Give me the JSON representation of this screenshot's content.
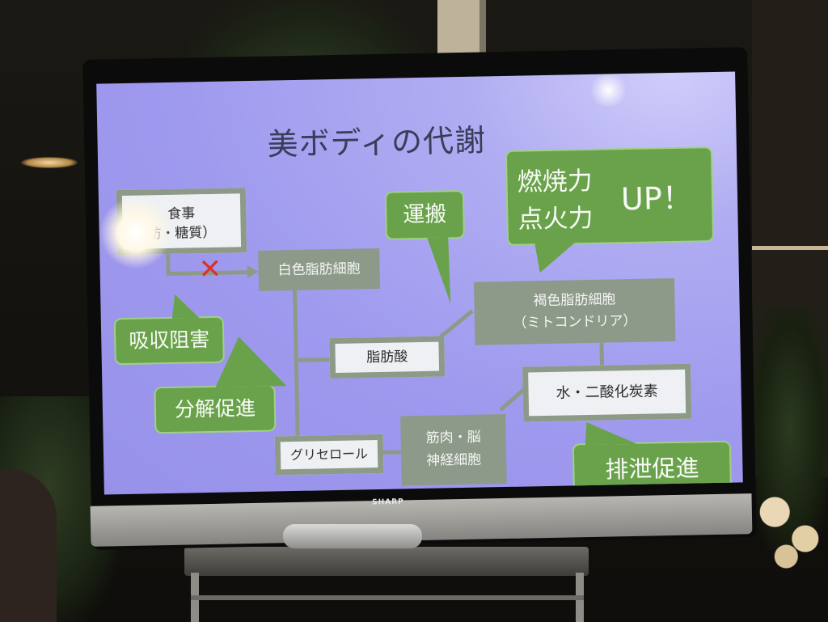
{
  "slide": {
    "title": "美ボディの代謝",
    "food_line1": "食事",
    "food_line2": "肪・糖質）",
    "white_fat": "白色脂肪細胞",
    "brown_fat_line1": "褐色脂肪細胞",
    "brown_fat_line2": "（ミトコンドリア）",
    "fatty_acid": "脂肪酸",
    "water_co2": "水・二酸化炭素",
    "glycerol": "グリセロール",
    "muscle_line1": "筋肉・脳",
    "muscle_line2": "神経細胞",
    "callouts": {
      "transport": "運搬",
      "burn_line1": "燃焼力",
      "burn_line2": "点火力",
      "up": "UP！",
      "absorption": "吸収阻害",
      "decomposition": "分解促進",
      "excretion": "排泄促進"
    },
    "block_mark": "✕"
  },
  "tv": {
    "brand": "SHARP"
  },
  "colors": {
    "screen": "#9f9aee",
    "callout_green": "#6aa24b",
    "box_border": "#8e9a88",
    "cross_red": "#d9322e",
    "title_text": "#3b3c5a"
  }
}
